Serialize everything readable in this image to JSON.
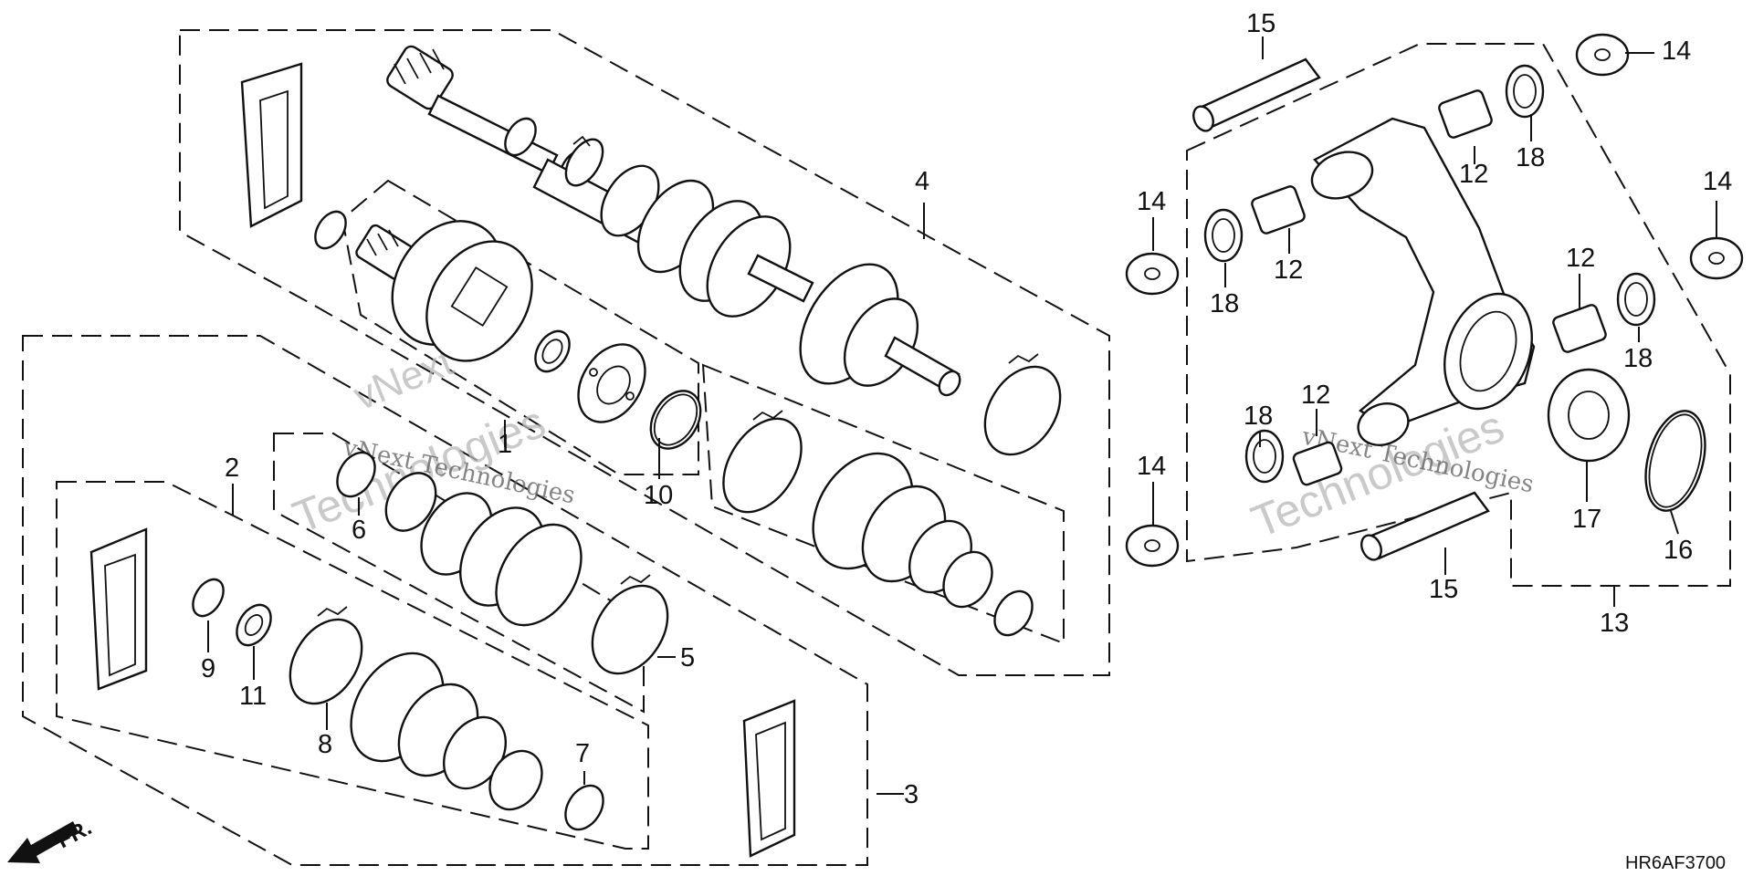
{
  "diagram_code": "HR6AF3700",
  "direction_label": "FR.",
  "watermark": {
    "line1": "vNext",
    "line2": "Technologies",
    "small": "vNext Technologies"
  },
  "callouts": {
    "c1": "1",
    "c2": "2",
    "c3": "3",
    "c4": "4",
    "c5": "5",
    "c6": "6",
    "c7": "7",
    "c8": "8",
    "c9": "9",
    "c10": "10",
    "c11": "11",
    "c12a": "12",
    "c12b": "12",
    "c12c": "12",
    "c12d": "12",
    "c13": "13",
    "c14a": "14",
    "c14b": "14",
    "c14c": "14",
    "c14d": "14",
    "c15a": "15",
    "c15b": "15",
    "c16": "16",
    "c17": "17",
    "c18a": "18",
    "c18b": "18",
    "c18c": "18",
    "c18d": "18"
  }
}
